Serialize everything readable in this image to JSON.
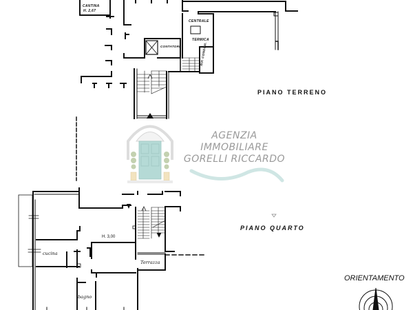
{
  "plan": {
    "floors": [
      {
        "name": "PIANO TERRENO",
        "position": "top"
      },
      {
        "name": "PIANO QUARTO",
        "position": "bottom"
      }
    ],
    "rooms_ground": {
      "cantina": "CANTINA",
      "cantina_height": "H. 2,67",
      "centrale": "CENTRALE",
      "termica": "TERMICA",
      "contatori": "CONTATORI",
      "rip_condom": "RIP. CONDOM."
    },
    "rooms_fourth": {
      "cucina": "cucina",
      "height": "H. 3,00",
      "terrazza": "Terrazza",
      "bagno": "bagno"
    },
    "orientation_label": "ORIENTAMENTO"
  },
  "watermark": {
    "line1": "AGENZIA",
    "line2": "IMMOBILIARE",
    "line3": "GORELLI RICCARDO",
    "door_color": "#a9d4cf",
    "wave_color": "#cfe6e4"
  }
}
